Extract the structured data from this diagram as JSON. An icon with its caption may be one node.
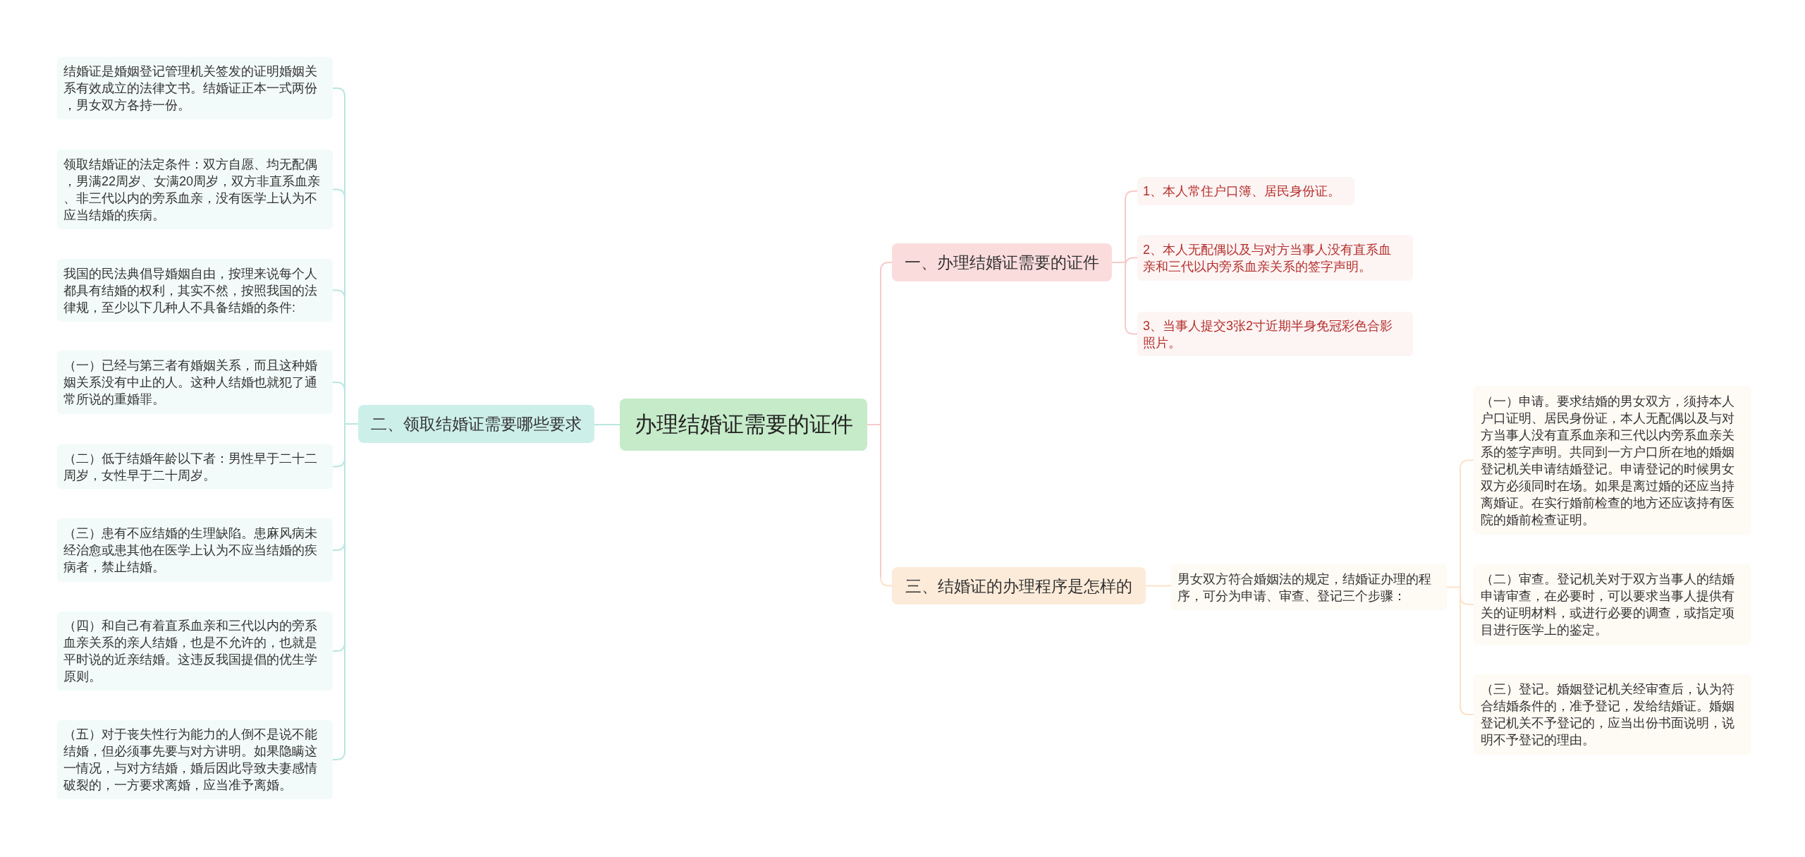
{
  "diagram": {
    "nodes": [
      {
        "text": [
          "办理结婚证需要的证件"
        ]
      },
      {
        "text": [
          "一、办理结婚证需要的证件"
        ]
      },
      {
        "text": [
          "1、本人常住户口簿、居民身份证。"
        ]
      },
      {
        "text": [
          "2、本人无配偶以及与对方当事人没有直系血亲和三代以内旁系血亲关系的签字声明。"
        ]
      },
      {
        "text": [
          "3、当事人提交3张2寸近期半身免冠彩色合影照片。"
        ]
      },
      {
        "text": [
          "二、领取结婚证需要哪些要求"
        ]
      },
      {
        "text": [
          "结婚证是婚姻登记管理机关签发的证明婚姻关系有效成立的法律文书。结婚证正本一式两份，男女双方各持一份。"
        ]
      },
      {
        "text": [
          "领取结婚证的法定条件：双方自愿、均无配偶，男满22周岁、女满20周岁，双方非直系血亲、非三代以内的旁系血亲，没有医学上认为不应当结婚的疾病。"
        ]
      },
      {
        "text": [
          "我国的民法典倡导婚姻自由，按理来说每个人都具有结婚的权利，其实不然，按照我国的法律规，至少以下几种人不具备结婚的条件:"
        ]
      },
      {
        "text": [
          "（一）已经与第三者有婚姻关系，而且这种婚姻关系没有中止的人。这种人结婚也就犯了通常所说的重婚罪。"
        ]
      },
      {
        "text": [
          "（二）低于结婚年龄以下者：男性早于二十二周岁，女性早于二十周岁。"
        ]
      },
      {
        "text": [
          "（三）患有不应结婚的生理缺陷。患麻风病未经治愈或患其他在医学上认为不应当结婚的疾病者，禁止结婚。"
        ]
      },
      {
        "text": [
          "（四）和自己有着直系血亲和三代以内的旁系血亲关系的亲人结婚，也是不允许的，也就是平时说的近亲结婚。这违反我国提倡的优生学原则。"
        ]
      },
      {
        "text": [
          "（五）对于丧失性行为能力的人倒不是说不能结婚，但必须事先要与对方讲明。如果隐瞒这一情况，与对方结婚，婚后因此导致夫妻感情破裂的，一方要求离婚，应当准予离婚。"
        ]
      },
      {
        "text": [
          "三、结婚证的办理程序是怎样的"
        ]
      },
      {
        "text": [
          "男女双方符合婚姻法的规定，结婚证办理的程序，可分为申请、审查、登记三个步骤："
        ]
      },
      {
        "text": [
          "（一）申请。要求结婚的男女双方，须持本人户口证明、居民身份证，本人无配偶以及与对方当事人没有直系血亲和三代以内旁系血亲关系的签字声明。共同到一方户口所在地的婚姻登记机关申请结婚登记。申请登记的时候男女双方必须同时在场。如果是离过婚的还应当持离婚证。在实行婚前检查的地方还应该持有医院的婚前检查证明。"
        ]
      },
      {
        "text": [
          "（二）审查。登记机关对于双方当事人的结婚申请审查，在必要时，可以要求当事人提供有关的证明材料，或进行必要的调查，或指定项目进行医学上的鉴定。"
        ]
      },
      {
        "text": [
          "（三）登记。婚姻登记机关经审查后，认为符合结婚条件的，准予登记，发给结婚证。婚姻登记机关不予登记的，应当出份书面说明，说明不予登记的理由。"
        ]
      }
    ],
    "edges": [
      {
        "from": 0,
        "to": 1,
        "arrow": "none",
        "color": "#f6caca"
      },
      {
        "from": 1,
        "to": 2,
        "arrow": "none",
        "color": "#f6caca"
      },
      {
        "from": 1,
        "to": 3,
        "arrow": "none",
        "color": "#f6caca"
      },
      {
        "from": 1,
        "to": 4,
        "arrow": "none",
        "color": "#f6caca"
      },
      {
        "from": 0,
        "to": 5,
        "arrow": "none"
      },
      {
        "from": 5,
        "to": 6,
        "arrow": "none"
      },
      {
        "from": 5,
        "to": 7,
        "arrow": "none"
      },
      {
        "from": 5,
        "to": 8,
        "arrow": "none"
      },
      {
        "from": 5,
        "to": 9,
        "arrow": "none"
      },
      {
        "from": 5,
        "to": 10,
        "arrow": "none"
      },
      {
        "from": 5,
        "to": 11,
        "arrow": "none"
      },
      {
        "from": 5,
        "to": 12,
        "arrow": "none"
      },
      {
        "from": 5,
        "to": 13,
        "arrow": "none"
      },
      {
        "from": 0,
        "to": 14,
        "arrow": "none",
        "color": "#fbe2c9"
      },
      {
        "from": 14,
        "to": 15,
        "arrow": "none",
        "color": "#fbe2c9"
      },
      {
        "from": 15,
        "to": 16,
        "arrow": "none",
        "color": "#fbe2c9"
      },
      {
        "from": 15,
        "to": 17,
        "arrow": "none",
        "color": "#fbe2c9"
      },
      {
        "from": 15,
        "to": 18,
        "arrow": "none",
        "color": "#fbe2c9"
      }
    ]
  }
}
